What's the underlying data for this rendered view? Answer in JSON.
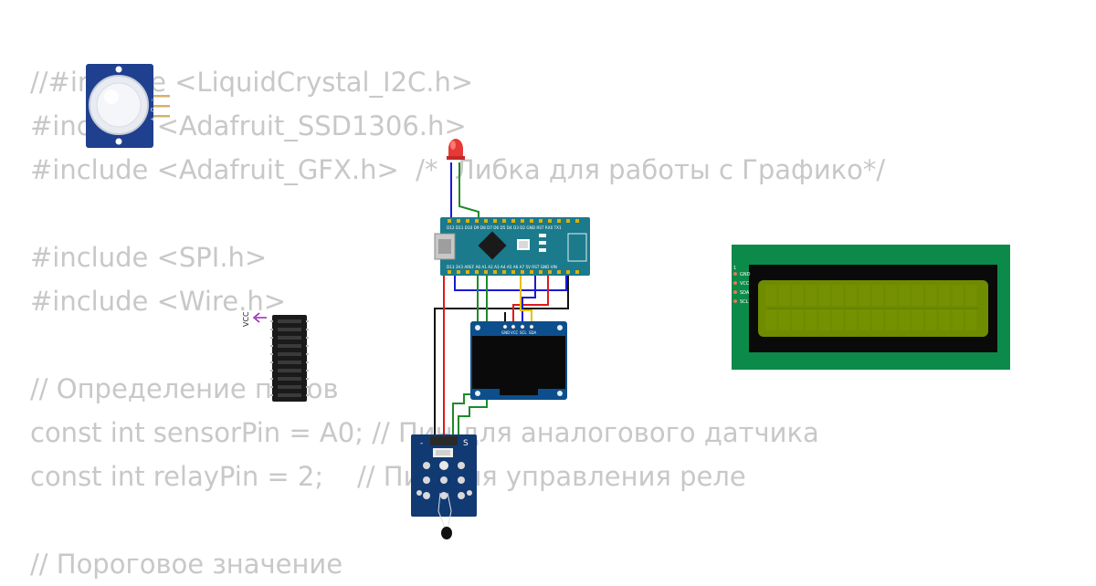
{
  "code_lines": [
    "//#include <LiquidCrystal_I2C.h>",
    "#include <Adafruit_SSD1306.h>",
    "#include <Adafruit_GFX.h>  /*  Либка для работы с Графико*/",
    "",
    "#include <SPI.h>",
    "#include <Wire.h>",
    "",
    "// Определение пинов",
    "const int sensorPin = A0; // Пин для аналогового датчика",
    "const int relayPin = 2;    // Пин для управления реле",
    "",
    "// Пороговое значение"
  ],
  "components": {
    "relay_label": "VCC",
    "pir_pins": [
      "–",
      "D",
      "+"
    ],
    "nano_top_pins": "D12 D11 D10 D9 D8 D7 D6 D5 D4 D3 D2 GND RST RX0 TX1",
    "nano_bottom_pins": "D13 3V3 AREF A0 A1 A2 A3 A4 A5 A6 A7 5V RST GND VIN",
    "oled_pins": [
      "GND",
      "VCC",
      "SCL",
      "SDA"
    ],
    "lcd_pins": [
      "GND",
      "VCC",
      "SDA",
      "SCL"
    ],
    "lcd_pin_index": "1",
    "sensor_labels": [
      "-",
      "S"
    ]
  },
  "colors": {
    "code_text": "#c8c8c8",
    "arduino_board": "#1b7a8c",
    "lcd_pcb": "#0c8a4a",
    "lcd_screen": "#6f8b00",
    "oled_pcb": "#0d4f8c",
    "sensor_pcb": "#113a73",
    "wire_blue": "#1a1ad6",
    "wire_green": "#1e8a2a",
    "wire_red": "#e01919",
    "wire_black": "#111111",
    "wire_yellow": "#e8c000"
  }
}
